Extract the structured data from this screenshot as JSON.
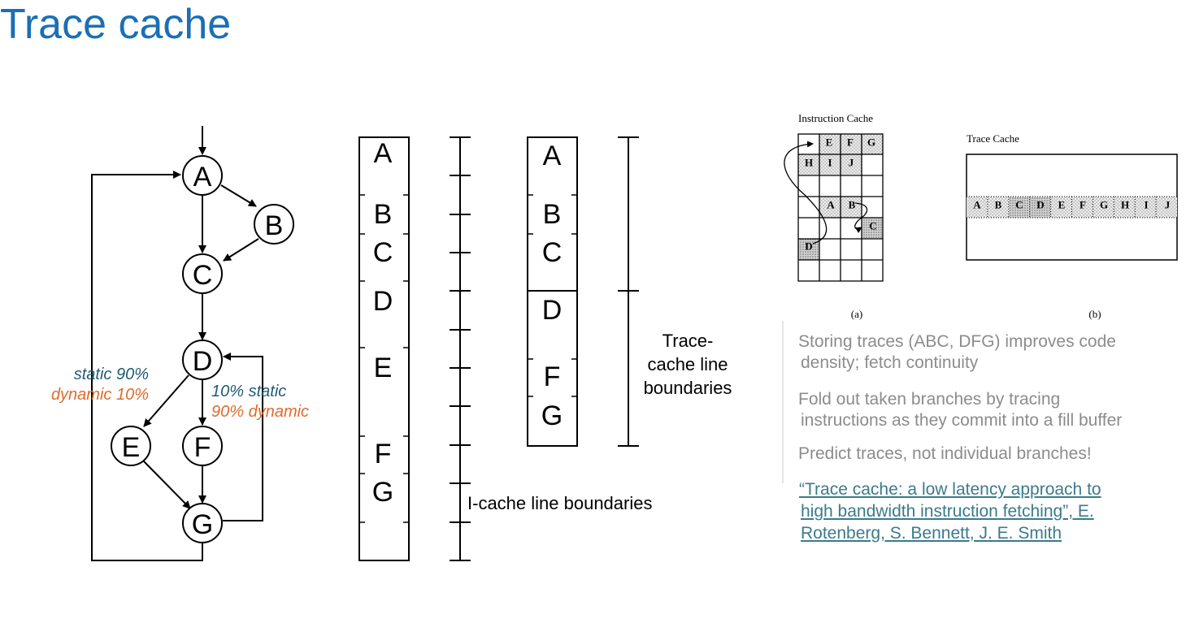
{
  "title": "Trace cache",
  "cfg": {
    "nodes": [
      "A",
      "B",
      "C",
      "D",
      "E",
      "F",
      "G"
    ],
    "label_left_static": "static 90%",
    "label_left_dynamic": "dynamic 10%",
    "label_right_static": "10% static",
    "label_right_dynamic": "90% dynamic"
  },
  "icache_column": {
    "labels": [
      "A",
      "B",
      "C",
      "D",
      "E",
      "F",
      "G"
    ],
    "boundary_label": "I-cache line boundaries"
  },
  "trace_column": {
    "labels": [
      "A",
      "B",
      "C",
      "D",
      "F",
      "G"
    ],
    "boundary_label_lines": [
      "Trace-",
      "cache line",
      "boundaries"
    ]
  },
  "figure": {
    "icache_title": "Instruction Cache",
    "tcache_title": "Trace Cache",
    "caption_a": "(a)",
    "caption_b": "(b)",
    "icache_cells": [
      "E",
      "F",
      "G",
      "H",
      "I",
      "J",
      "A",
      "B",
      "C",
      "D"
    ],
    "trace_cells": [
      "A",
      "B",
      "C",
      "D",
      "E",
      "F",
      "G",
      "H",
      "I",
      "J"
    ]
  },
  "bullets": [
    [
      "Storing traces (ABC, DFG) improves code",
      "density; fetch continuity"
    ],
    [
      "Fold out taken branches by tracing",
      "instructions as they commit into a fill buffer"
    ],
    [
      "Predict traces, not individual branches!"
    ]
  ],
  "reference": [
    "“Trace cache: a low latency approach to",
    "high bandwidth instruction fetching”, E.",
    "Rotenberg, S. Bennett, J. E. Smith"
  ]
}
